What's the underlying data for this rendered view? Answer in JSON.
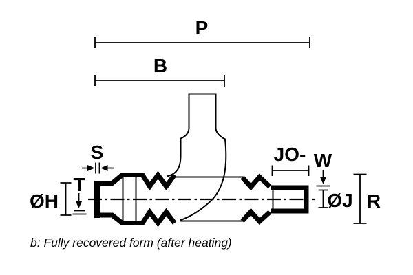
{
  "diagram": {
    "caption": "b: Fully recovered form (after heating)",
    "dimension_labels": {
      "total_length": "P",
      "branch_length": "B",
      "left_wall_thickness": "S",
      "left_end_thickness": "T",
      "left_inner_diameter": "ØH",
      "right_lip_length": "JO-",
      "right_wall_thickness": "W",
      "right_inner_diameter": "ØJ",
      "ridge_diameter": "R"
    },
    "colors": {
      "line": "#000000",
      "background": "#ffffff"
    }
  }
}
